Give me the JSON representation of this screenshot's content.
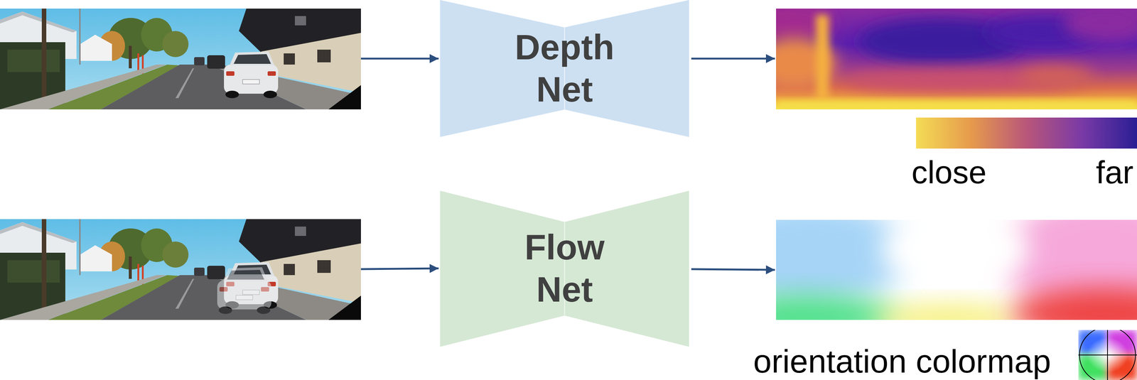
{
  "diagram": {
    "nodes": [
      {
        "text": [
          "Depth Net"
        ]
      },
      {
        "text": [
          "Flow Net"
        ]
      }
    ],
    "labels": [
      "close",
      "far",
      "orientation colormap"
    ]
  }
}
